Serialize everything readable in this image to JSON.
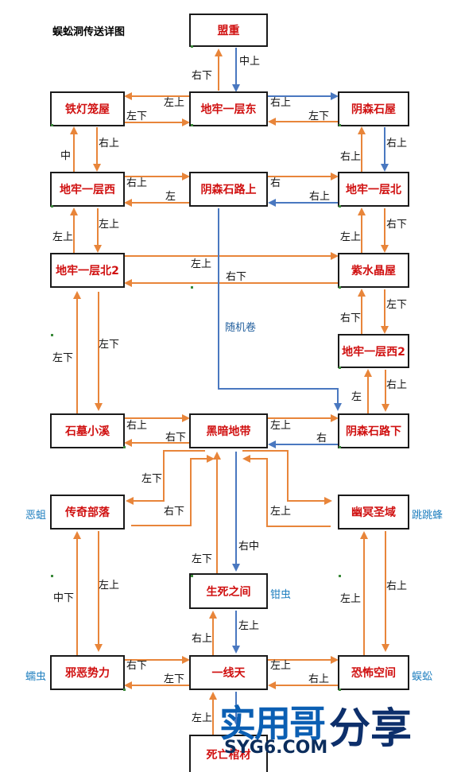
{
  "title": "蜈蚣洞传送详图",
  "nodes": {
    "mengzhong": "盟重",
    "tiedeng": "铁灯笼屋",
    "dl1_east": "地牢一层东",
    "yinsen_wu": "阴森石屋",
    "dl1_west": "地牢一层西",
    "yinsen_lushang": "阴森石路上",
    "dl1_north": "地牢一层北",
    "dl1_north2": "地牢一层北2",
    "zishuijing": "紫水晶屋",
    "dl1_west2": "地牢一层西2",
    "shimu": "石墓小溪",
    "heian": "黑暗地带",
    "yinsen_luxia": "阴森石路下",
    "chuanqi": "传奇部落",
    "youming": "幽冥圣域",
    "shengsi": "生死之间",
    "xie_e": "邪恶势力",
    "yixiantian": "一线天",
    "kongbu": "恐怖空间",
    "bottom": "死亡棺材"
  },
  "edge_labels": {
    "e01": "中上",
    "e02": "右下",
    "e03": "左上",
    "e04": "左下",
    "e05": "右上",
    "e06": "左下",
    "e07": "中",
    "e08": "右上",
    "e09": "右上",
    "e10": "右上",
    "e11": "左",
    "e12": "右",
    "e13": "右上",
    "e14": "右上",
    "e15": "左上",
    "e16": "左上",
    "e17": "右下",
    "e18": "左上",
    "e19": "右下",
    "e20": "左下",
    "e21": "右下",
    "e22": "随机卷",
    "e23": "左下",
    "e24": "左上",
    "e25": "左",
    "e26": "右上",
    "e27": "右上",
    "e28": "左下",
    "e29": "左上",
    "e30": "右",
    "e31": "左下",
    "e32": "右下",
    "e33": "右下",
    "e34": "左上",
    "e35": "左下",
    "e36": "右中",
    "e37": "中下",
    "e38": "左上",
    "e39": "左上",
    "e40": "右上",
    "e41": "右上",
    "e42": "左上",
    "e43": "右下",
    "e44": "左下",
    "e45": "左上",
    "e46": "右上",
    "e47": "左上"
  },
  "side_labels": {
    "echu": "恶蛆",
    "tiaotiaofeng": "跳跳蜂",
    "qianchong": "钳虫",
    "ruchong": "蠕虫",
    "wugong": "蜈蚣"
  },
  "watermark": {
    "brand_a": "实用哥",
    "brand_b": "分享",
    "url": "SYG6.COM"
  },
  "colors": {
    "orange": "#e8853a",
    "blue": "#4a78c0",
    "node_text": "#d01010",
    "side_text": "#1f7fbf"
  }
}
